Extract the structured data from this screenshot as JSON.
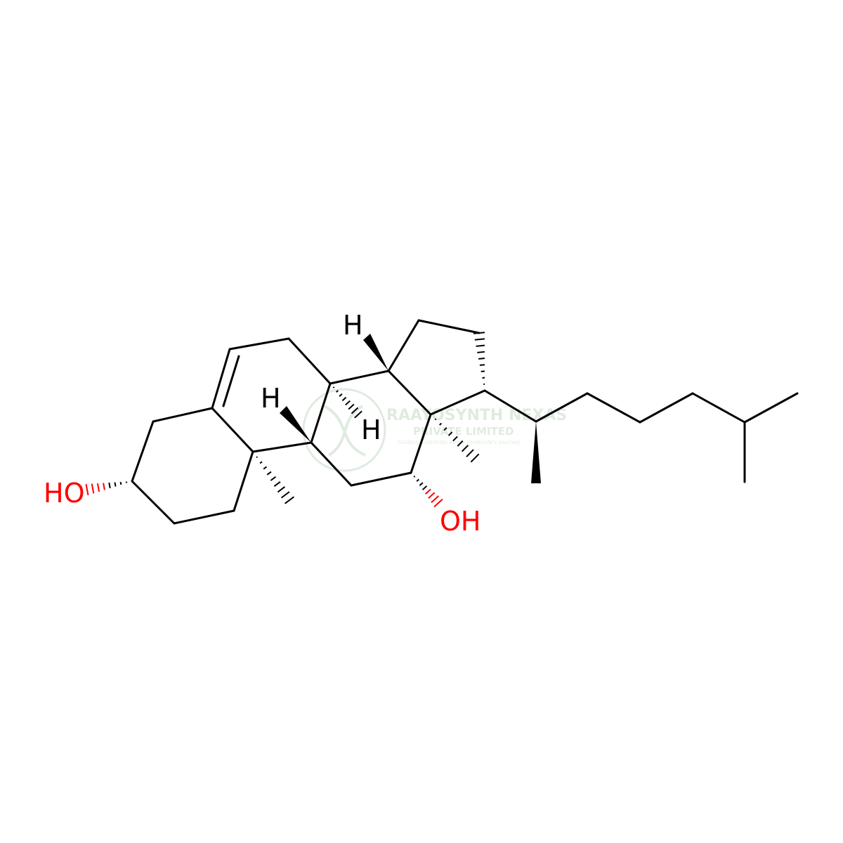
{
  "molecule": {
    "atoms": [
      {
        "label": "HO",
        "color": "#ff0000"
      },
      {
        "label": "OH",
        "color": "#ff0000"
      },
      {
        "label": "H",
        "color": "#000000"
      },
      {
        "label": "H",
        "color": "#000000"
      },
      {
        "label": "H",
        "color": "#000000"
      }
    ]
  },
  "watermark": {
    "line1": "RAAYOSYNTH NEXAS",
    "line2": "PRIVATE LIMITED",
    "line3": "Guiding scientists every molecule's journey",
    "color": "#a8c8a8"
  }
}
